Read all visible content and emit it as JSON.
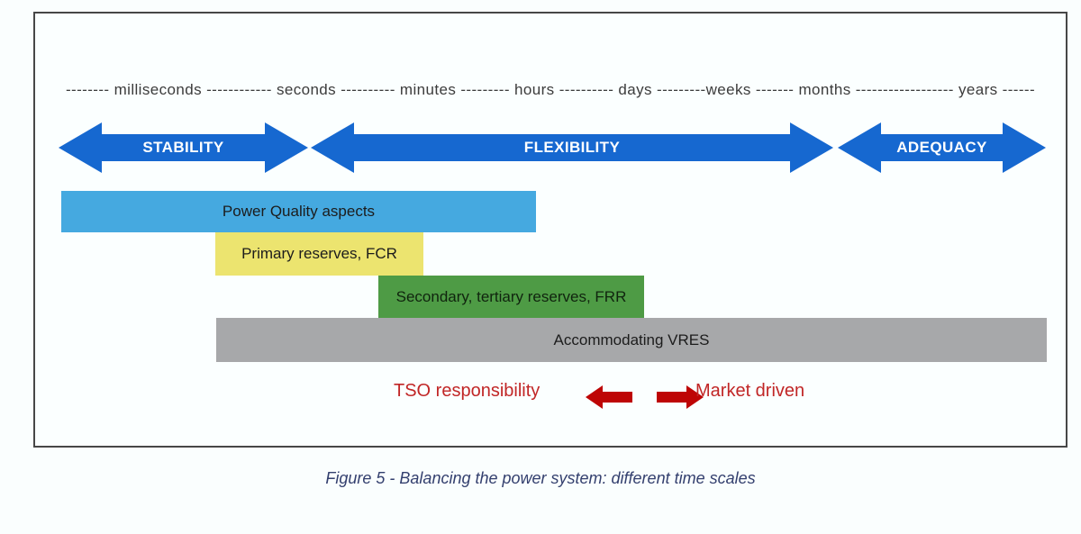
{
  "figure": {
    "timescale_line": "-------- milliseconds ------------ seconds ---------- minutes --------- hours ---------- days ---------weeks ------- months ------------------ years ------",
    "phase_arrows": [
      {
        "label": "STABILITY",
        "color": "#1668D0"
      },
      {
        "label": "FLEXIBILITY",
        "color": "#1668D0"
      },
      {
        "label": "ADEQUACY",
        "color": "#1668D0"
      }
    ],
    "bars": [
      {
        "label": "Power Quality aspects",
        "color": "#45A9E0"
      },
      {
        "label": "Primary reserves, FCR",
        "color": "#ECE46F"
      },
      {
        "label": "Secondary, tertiary reserves, FRR",
        "color": "#4E9B45"
      },
      {
        "label": "Accommodating VRES",
        "color": "#A7A8AA"
      }
    ],
    "drivers": {
      "tso_label": "TSO responsibility",
      "market_label": "Market driven",
      "arrow_color": "#BE0505",
      "text_color": "#C12626"
    },
    "caption": "Figure 5 - Balancing the power system: different time scales"
  }
}
